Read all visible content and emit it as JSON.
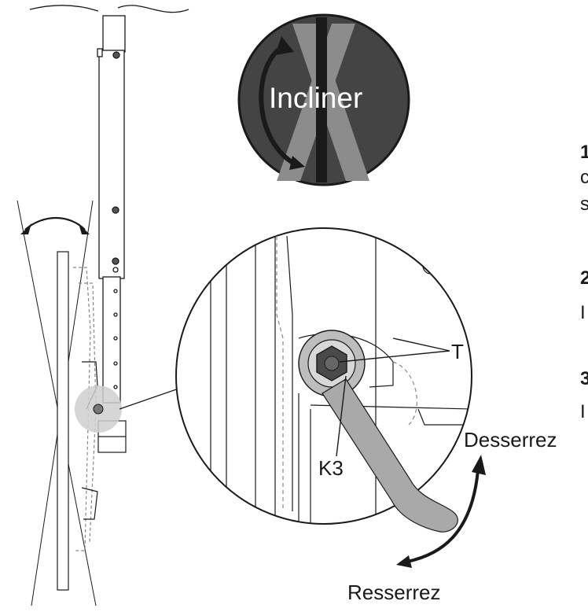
{
  "tilt_icon": {
    "label": "Incliner"
  },
  "callouts": {
    "pivot": "T",
    "lever": "K3",
    "loosen": "Desserrez",
    "tighten": "Resserrez"
  },
  "side_text": {
    "step1_line1": "1",
    "step1_line2": "c",
    "step1_line3": "s",
    "step2_line1": "2",
    "step2_line2": "I",
    "step3_line1": "3",
    "step3_line2": "I"
  },
  "colors": {
    "line": "#1a1a1a",
    "icon_disc": "#444444",
    "icon_bars": "#8c8c8c",
    "lever": "#a9a9a9",
    "highlight": "#cfcfcf"
  }
}
